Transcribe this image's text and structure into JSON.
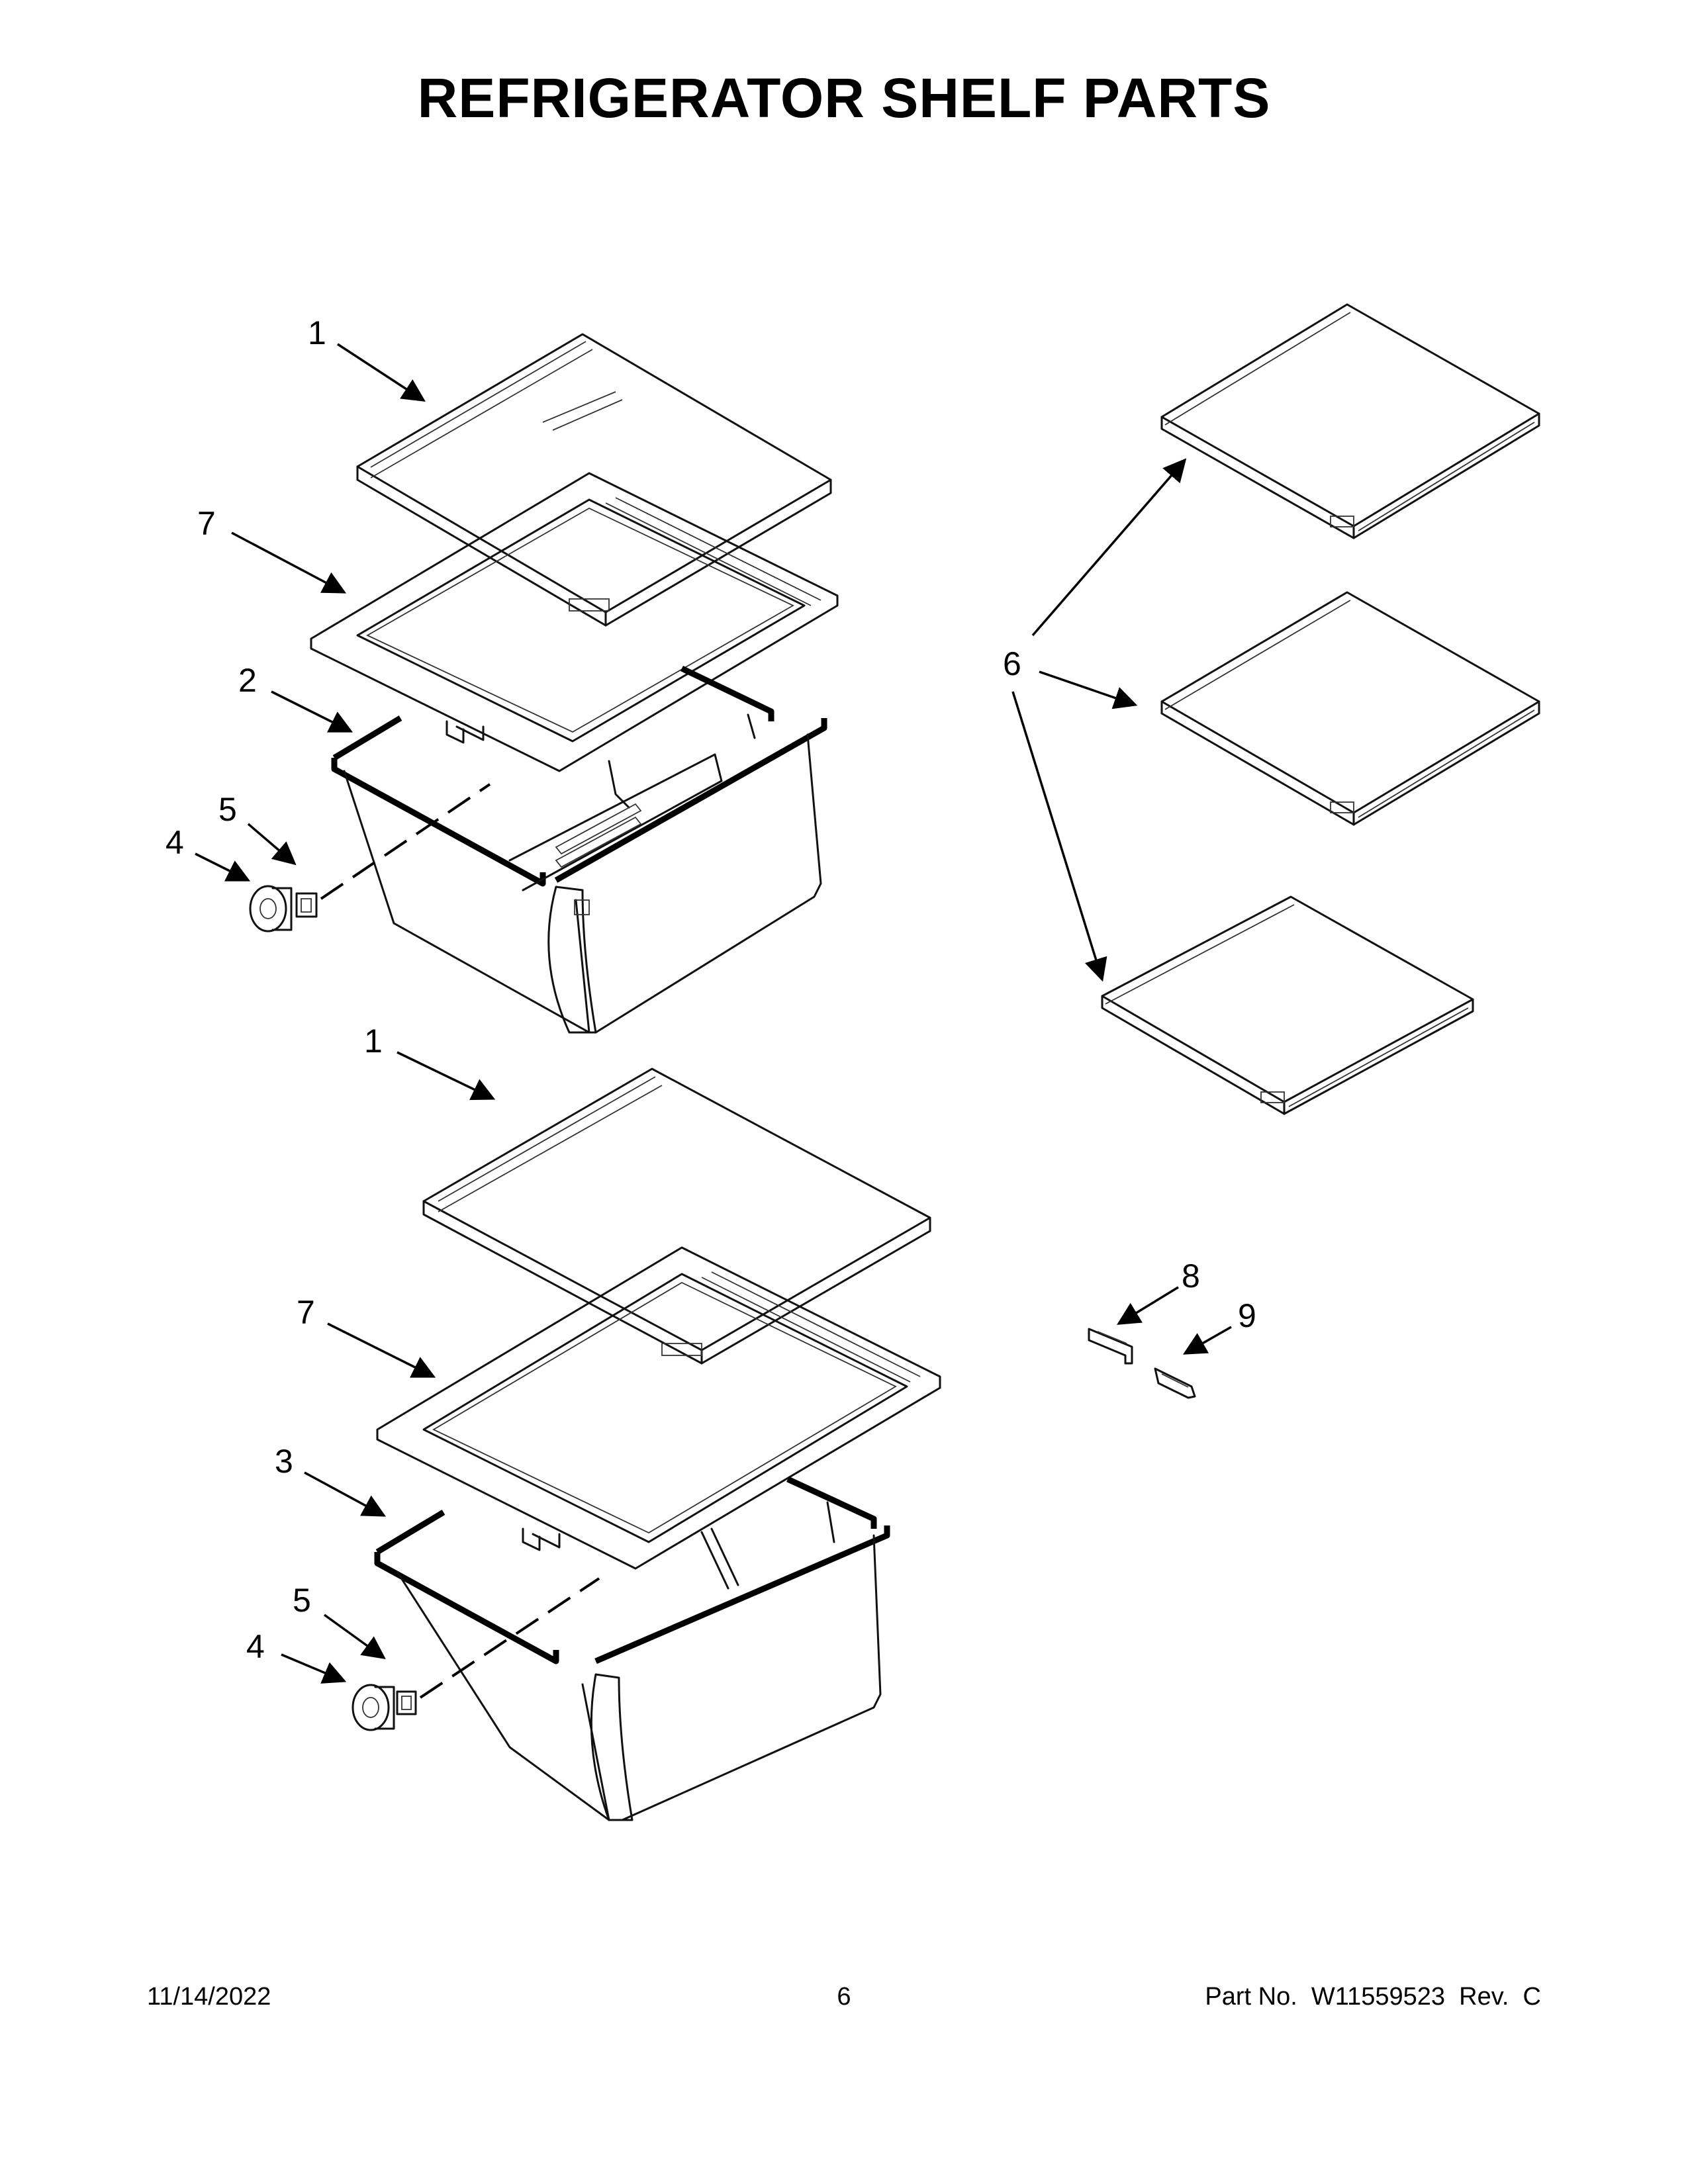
{
  "page": {
    "title": "REFRIGERATOR SHELF PARTS"
  },
  "callouts": {
    "upper_shelf_cover": "1",
    "upper_crisper_frame": "7",
    "upper_crisper_drawer": "2",
    "upper_humidity_slide": "5",
    "upper_humidity_knob": "4",
    "glass_shelves": "6",
    "lower_shelf_cover": "1",
    "lower_crisper_frame": "7",
    "lower_crisper_drawer": "3",
    "lower_humidity_slide": "5",
    "lower_humidity_knob": "4",
    "shelf_clip": "8",
    "shelf_stop": "9"
  },
  "footer": {
    "date": "11/14/2022",
    "page_number": "6",
    "part_number": "Part No.  W11559523  Rev.  C"
  }
}
